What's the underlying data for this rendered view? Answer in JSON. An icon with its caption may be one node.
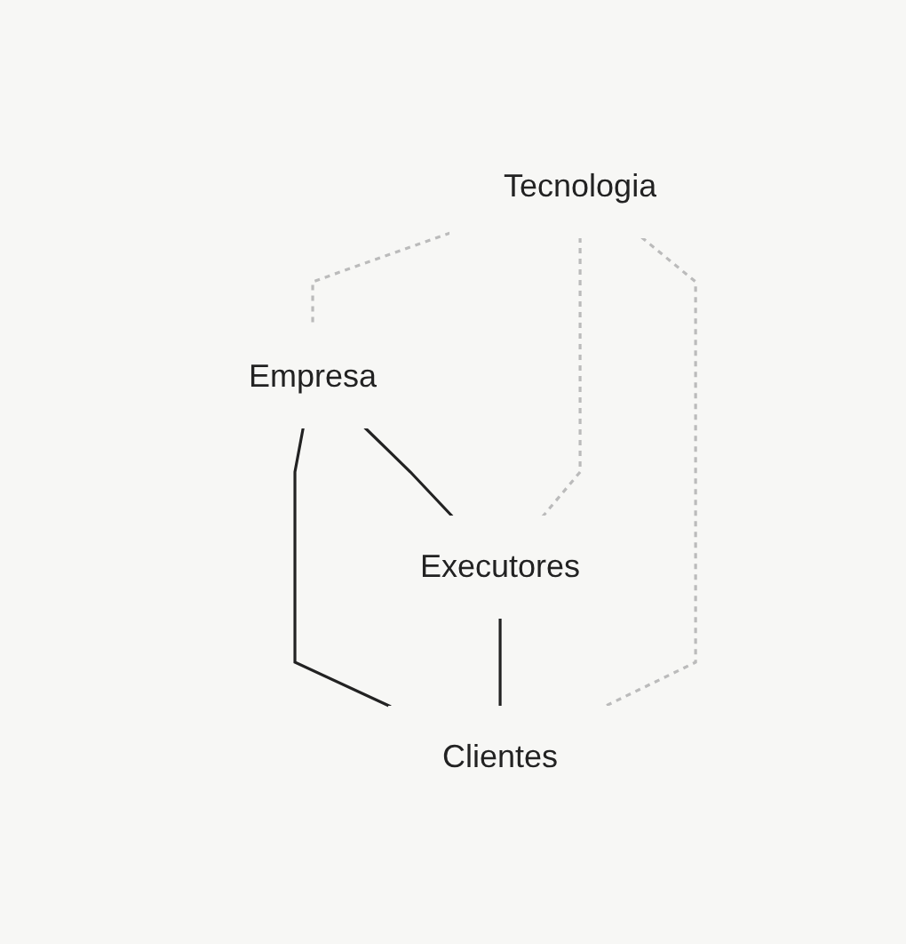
{
  "diagram": {
    "nodes": [
      {
        "text": [
          "Empresa"
        ]
      },
      {
        "text": [
          "Tecnologia"
        ]
      },
      {
        "text": [
          "Executores"
        ]
      },
      {
        "text": [
          "Clientes"
        ]
      }
    ],
    "edges": [
      {
        "from": 0,
        "to": 2,
        "arrow": "none"
      },
      {
        "from": 0,
        "to": 3,
        "arrow": "none"
      },
      {
        "from": 2,
        "to": 3,
        "arrow": "none"
      },
      {
        "from": 1,
        "to": 0,
        "arrow": "none",
        "style": "dashed",
        "color": "#bbbbbb"
      },
      {
        "from": 1,
        "to": 2,
        "arrow": "none",
        "style": "dashed",
        "color": "#bbbbbb"
      },
      {
        "from": 1,
        "to": 3,
        "arrow": "none",
        "style": "dashed",
        "color": "#bbbbbb"
      }
    ]
  }
}
